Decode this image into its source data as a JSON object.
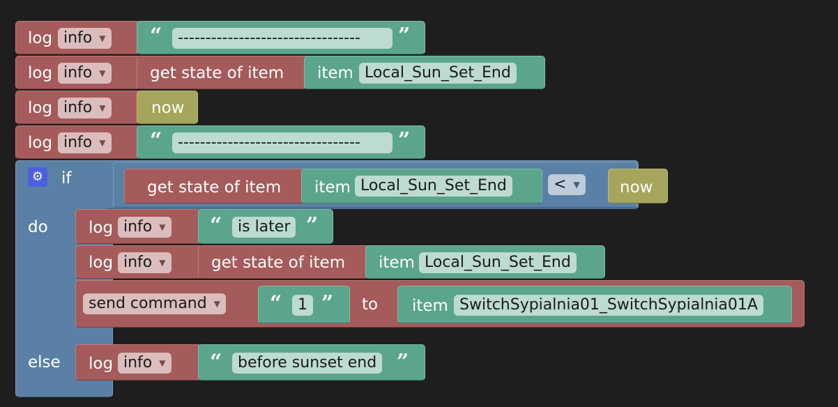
{
  "rows": {
    "r1": {
      "log": "log",
      "level": "info",
      "text": "---------------------------------"
    },
    "r2": {
      "log": "log",
      "level": "info",
      "get_state": "get state of item",
      "item_label": "item",
      "item_name": "Local_Sun_Set_End"
    },
    "r3": {
      "log": "log",
      "level": "info",
      "value": "now"
    },
    "r4": {
      "log": "log",
      "level": "info",
      "text": "---------------------------------"
    }
  },
  "if_block": {
    "if_label": "if",
    "do_label": "do",
    "else_label": "else",
    "condition": {
      "get_state": "get state of item",
      "item_label": "item",
      "item_name": "Local_Sun_Set_End",
      "operator": "<",
      "right": "now"
    },
    "do": {
      "d1": {
        "log": "log",
        "level": "info",
        "text": "is later"
      },
      "d2": {
        "log": "log",
        "level": "info",
        "get_state": "get state of item",
        "item_label": "item",
        "item_name": "Local_Sun_Set_End"
      },
      "d3": {
        "send": "send command",
        "value": "1",
        "to": "to",
        "item_label": "item",
        "item_name": "SwitchSypialnia01_SwitchSypialnia01A"
      }
    },
    "else": {
      "e1": {
        "log": "log",
        "level": "info",
        "text": "before sunset end"
      }
    }
  },
  "icons": {
    "gear": "gear-icon",
    "dropdown": "dropdown-arrow-icon",
    "quote_open": "quote-open-icon",
    "quote_close": "quote-close-icon"
  },
  "colors": {
    "background": "#1e1e1e",
    "log_block": "#a55b5b",
    "text_block": "#5ba58c",
    "time_block": "#a5a55b",
    "logic_block": "#5b80a5"
  }
}
